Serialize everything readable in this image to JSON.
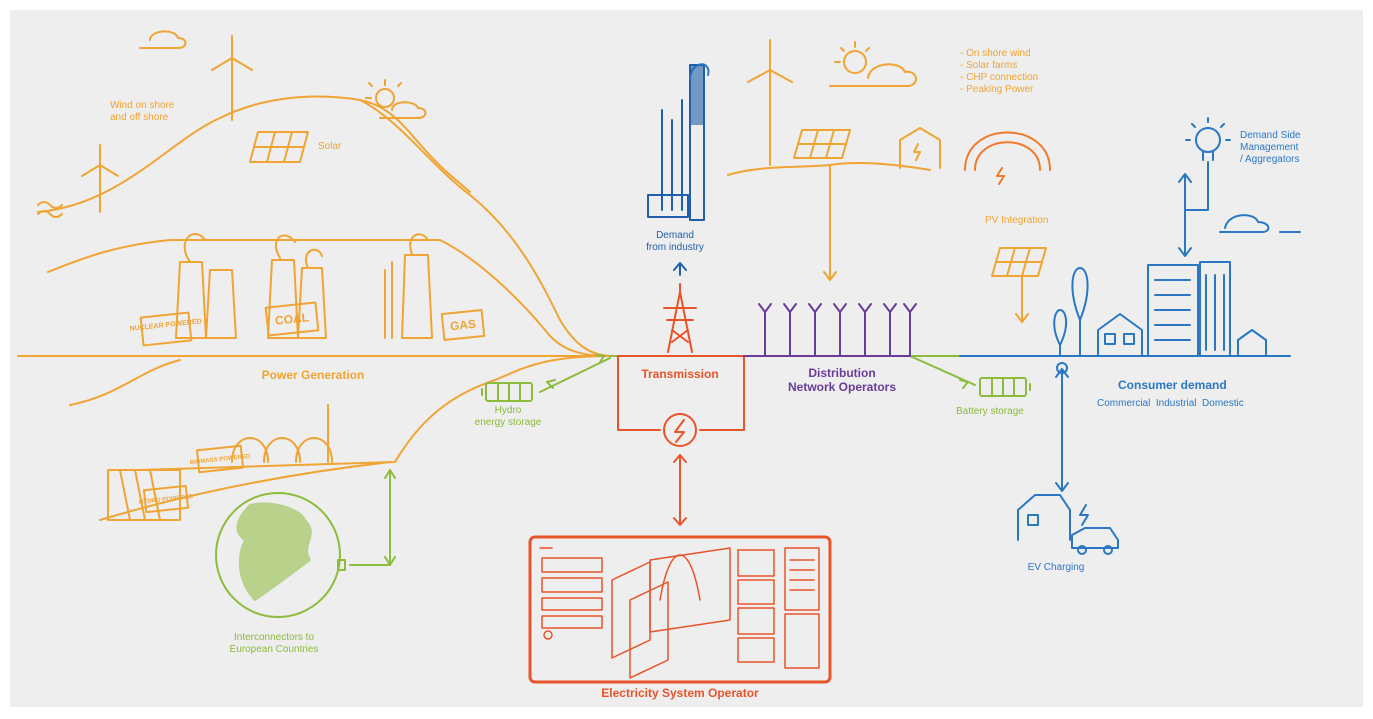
{
  "colors": {
    "background": "#eeeeee",
    "generation": "#f0a433",
    "transmission": "#e8542a",
    "distribution": "#6a3c98",
    "consumer": "#2a78c4",
    "interconnect": "#8dbb3b",
    "industry": "#1f5fa8"
  },
  "labels": {
    "wind": "Wind on shore\nand off shore",
    "solar": "Solar",
    "power_generation": "Power Generation",
    "nuclear": "NUCLEAR\nPOWERED",
    "coal": "COAL",
    "gas": "GAS",
    "biomass": "BIOMASS\nPOWERED",
    "hydro_plant": "HYDRO\nPOWERED",
    "hydro_storage": "Hydro\nenergy storage",
    "interconnectors": "Interconnectors to\nEuropean Countries",
    "demand_industry": "Demand\nfrom industry",
    "transmission": "Transmission",
    "distribution": "Distribution\nNetwork Operators",
    "dno_list": "- On shore wind\n- Solar farms\n- CHP connection\n- Peaking Power",
    "pv_integration": "PV Integration",
    "battery_storage": "Battery storage",
    "demand_side": "Demand Side\nManagement\n/ Aggregators",
    "consumer_demand": "Consumer demand",
    "consumer_types": "Commercial  Industrial  Domestic",
    "ev_charging": "EV Charging",
    "eso": "Electricity System Operator"
  },
  "icons": [
    "wind-turbine-icon",
    "solar-panel-icon",
    "sun-icon",
    "cloud-icon",
    "cooling-tower-icon",
    "chimney-icon",
    "pylon-icon",
    "battery-icon",
    "lightning-icon",
    "globe-icon",
    "lightbulb-icon",
    "house-icon",
    "office-building-icon",
    "tree-icon",
    "electric-car-icon",
    "dashboard-icon"
  ]
}
